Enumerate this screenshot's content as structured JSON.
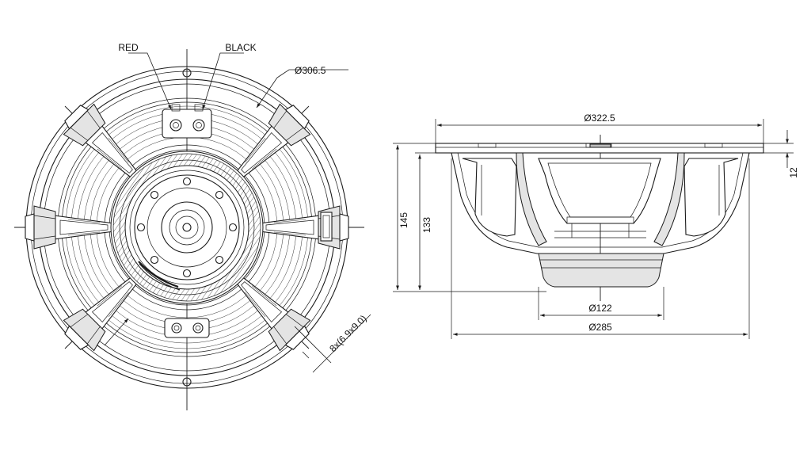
{
  "front_view": {
    "terminal_labels": {
      "red": "RED",
      "black": "BLACK"
    },
    "dimensions": {
      "basket_diameter": "Ø306.5",
      "mounting_holes": "8x(6.9x9.0)"
    }
  },
  "side_view": {
    "dimensions": {
      "overall_diameter": "Ø322.5",
      "flange_thickness": "12",
      "overall_depth": "145",
      "depth_from_flange": "133",
      "magnet_diameter": "Ø122",
      "body_diameter": "Ø285"
    }
  }
}
